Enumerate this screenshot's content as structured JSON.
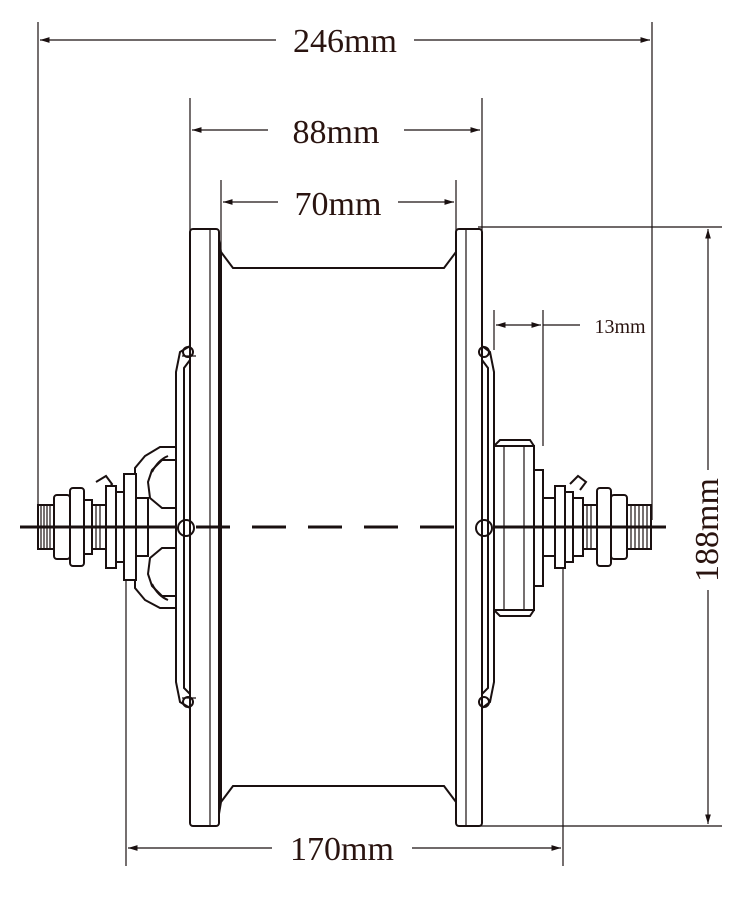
{
  "dimensions": {
    "overall_width": "246mm",
    "flange_width": "88mm",
    "shell_width": "70mm",
    "axle_step": "13mm",
    "diameter": "188mm",
    "dropout_width": "170mm"
  },
  "colors": {
    "line": "#1a1010",
    "text": "#2a1410",
    "background": "#ffffff"
  }
}
